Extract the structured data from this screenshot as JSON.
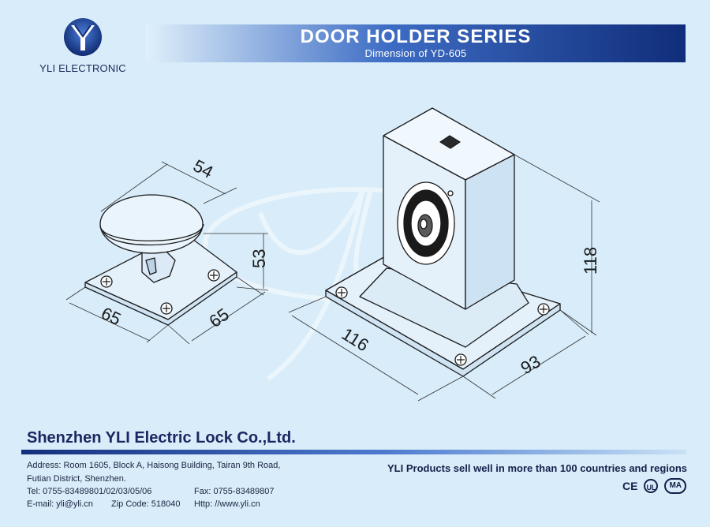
{
  "header": {
    "logo_text": "YLI ELECTRONIC",
    "title": "DOOR HOLDER SERIES",
    "subtitle": "Dimension of YD-605"
  },
  "dimensions": {
    "plate_top": "54",
    "plate_height": "53",
    "plate_left": "65",
    "plate_right": "65",
    "body_width": "116",
    "body_depth": "93",
    "body_height": "118"
  },
  "footer": {
    "company": "Shenzhen YLI Electric Lock Co.,Ltd.",
    "address_1": "Address: Room 1605, Block A, Haisong Building, Tairan 9th Road,",
    "address_2": "Futian District, Shenzhen.",
    "tel": "Tel: 0755-83489801/02/03/05/06",
    "fax": "Fax: 0755-83489807",
    "email": "E-mail: yli@yli.cn",
    "zip": "Zip Code: 518040",
    "web": "Http: //www.yli.cn",
    "slogan": "YLI Products sell well in more than 100 countries and regions",
    "cert_ce": "CE",
    "cert_ul": "UL",
    "cert_ma": "MA"
  },
  "colors": {
    "background": "#d8ecf9",
    "navy": "#102d7a",
    "text": "#1c2660"
  }
}
